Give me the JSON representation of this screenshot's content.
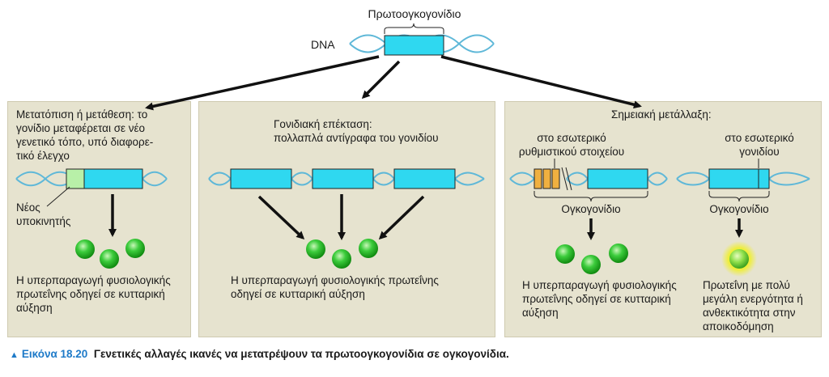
{
  "top": {
    "gene_label": "Πρωτοογκογονίδιο",
    "dna_label": "DNA"
  },
  "panels": [
    {
      "title_lines": [
        "Μετατόπιση ή μετάθεση: το",
        "γονίδιο μεταφέρεται σε νέο",
        "γενετικό τόπο, υπό διαφορε-",
        "τικό έλεγχο"
      ],
      "promoter_label_lines": [
        "Νέος",
        "υποκινητής"
      ],
      "result_lines": [
        "Η υπερπαραγωγή φυσιολογικής",
        "πρωτεΐνης οδηγεί σε κυτταρική",
        "αύξηση"
      ]
    },
    {
      "title_lines": [
        "Γονιδιακή επέκταση:",
        "πολλαπλά αντίγραφα του γονιδίου"
      ],
      "result_lines": [
        "Η υπερπαραγωγή φυσιολογικής πρωτεΐνης",
        "οδηγεί σε κυτταρική αύξηση"
      ]
    },
    {
      "title": "Σημειακή μετάλλαξη:",
      "left": {
        "sub_lines": [
          "στο εσωτερικό",
          "ρυθμιστικού στοιχείου"
        ],
        "oncogene_label": "Ογκογονίδιο",
        "result_lines": [
          "Η υπερπαραγωγή φυσιολογικής",
          "πρωτεΐνης οδηγεί σε κυτταρική",
          "αύξηση"
        ]
      },
      "right": {
        "sub_lines": [
          "στο εσωτερικό",
          "γονιδίου"
        ],
        "oncogene_label": "Ογκογονίδιο",
        "result_lines": [
          "Πρωτεΐνη με πολύ",
          "μεγάλη ενεργότητα ή",
          "ανθεκτικότητα στην",
          "αποικοδόμηση"
        ]
      }
    }
  ],
  "caption": {
    "figure": "Εικόνα 18.20",
    "text": "Γενετικές αλλαγές ικανές να μετατρέψουν τα πρωτοογκογονίδια σε ογκογονίδια."
  },
  "colors": {
    "panel_bg": "#e6e3cf",
    "gene_fill": "#2fd8f0",
    "dna_strand": "#5fb8d8",
    "promoter_fill": "#b8f0a8",
    "regulatory_fill": "#f0b040",
    "protein": "#22b822",
    "active_glow": "#f0f020",
    "caption_accent": "#1e7ac8"
  }
}
